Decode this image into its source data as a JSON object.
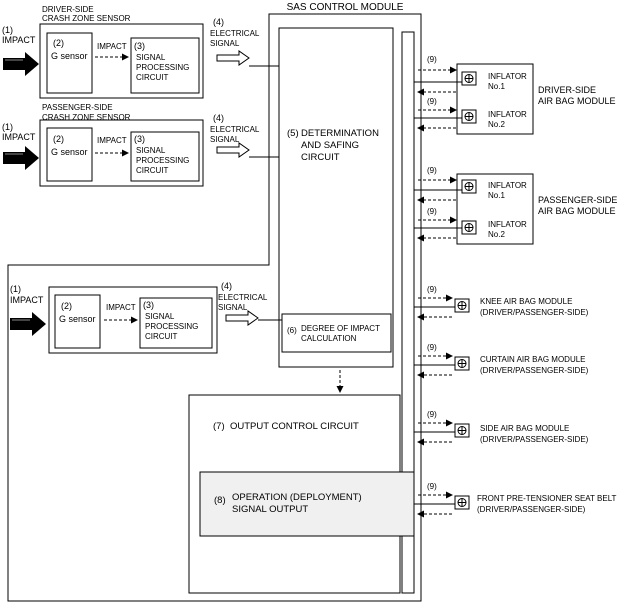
{
  "module_title": "SAS CONTROL MODULE",
  "sensors": {
    "driver": {
      "title_line1": "DRIVER-SIDE",
      "title_line2": "CRASH ZONE SENSOR",
      "impact_num": "(1)",
      "impact_label": "IMPACT",
      "g_num": "(2)",
      "g_label": "G sensor",
      "impact_arrow_label": "IMPACT",
      "spc_num": "(3)",
      "spc_line1": "SIGNAL",
      "spc_line2": "PROCESSING",
      "spc_line3": "CIRCUIT",
      "elec_num": "(4)",
      "elec_line1": "ELECTRICAL",
      "elec_line2": "SIGNAL"
    },
    "passenger": {
      "title_line1": "PASSENGER-SIDE",
      "title_line2": "CRASH ZONE SENSOR",
      "impact_num": "(1)",
      "impact_label": "IMPACT",
      "g_num": "(2)",
      "g_label": "G sensor",
      "impact_arrow_label": "IMPACT",
      "spc_num": "(3)",
      "spc_line1": "SIGNAL",
      "spc_line2": "PROCESSING",
      "spc_line3": "CIRCUIT",
      "elec_num": "(4)",
      "elec_line1": "ELECTRICAL",
      "elec_line2": "SIGNAL"
    },
    "internal": {
      "impact_num": "(1)",
      "impact_label": "IMPACT",
      "g_num": "(2)",
      "g_label": "G sensor",
      "impact_arrow_label": "IMPACT",
      "spc_num": "(3)",
      "spc_line1": "SIGNAL",
      "spc_line2": "PROCESSING",
      "spc_line3": "CIRCUIT",
      "elec_num": "(4)",
      "elec_line1": "ELECTRICAL",
      "elec_line2": "SIGNAL"
    }
  },
  "determination": {
    "num": "(5)",
    "line1": "DETERMINATION",
    "line2": "AND SAFING",
    "line3": "CIRCUIT"
  },
  "degree": {
    "num": "(6)",
    "line1": "DEGREE OF IMPACT",
    "line2": "CALCULATION"
  },
  "output_control": {
    "num": "(7)",
    "label": "OUTPUT CONTROL CIRCUIT"
  },
  "operation": {
    "num": "(8)",
    "line1": "OPERATION (DEPLOYMENT)",
    "line2": "SIGNAL OUTPUT"
  },
  "signal_num": "(9)",
  "modules": {
    "driver": {
      "line1": "DRIVER-SIDE",
      "line2": "AIR BAG MODULE",
      "inflator1_line1": "INFLATOR",
      "inflator1_line2": "No.1",
      "inflator2_line1": "INFLATOR",
      "inflator2_line2": "No.2"
    },
    "passenger": {
      "line1": "PASSENGER-SIDE",
      "line2": "AIR BAG MODULE",
      "inflator1_line1": "INFLATOR",
      "inflator1_line2": "No.1",
      "inflator2_line1": "INFLATOR",
      "inflator2_line2": "No.2"
    },
    "knee": {
      "line1": "KNEE AIR BAG MODULE",
      "line2": "(DRIVER/PASSENGER-SIDE)"
    },
    "curtain": {
      "line1": "CURTAIN AIR BAG MODULE",
      "line2": "(DRIVER/PASSENGER-SIDE)"
    },
    "side": {
      "line1": "SIDE AIR BAG MODULE",
      "line2": "(DRIVER/PASSENGER-SIDE)"
    },
    "pretensioner": {
      "line1": "FRONT PRE-TENSIONER SEAT BELT",
      "line2": "(DRIVER/PASSENGER-SIDE)"
    }
  }
}
